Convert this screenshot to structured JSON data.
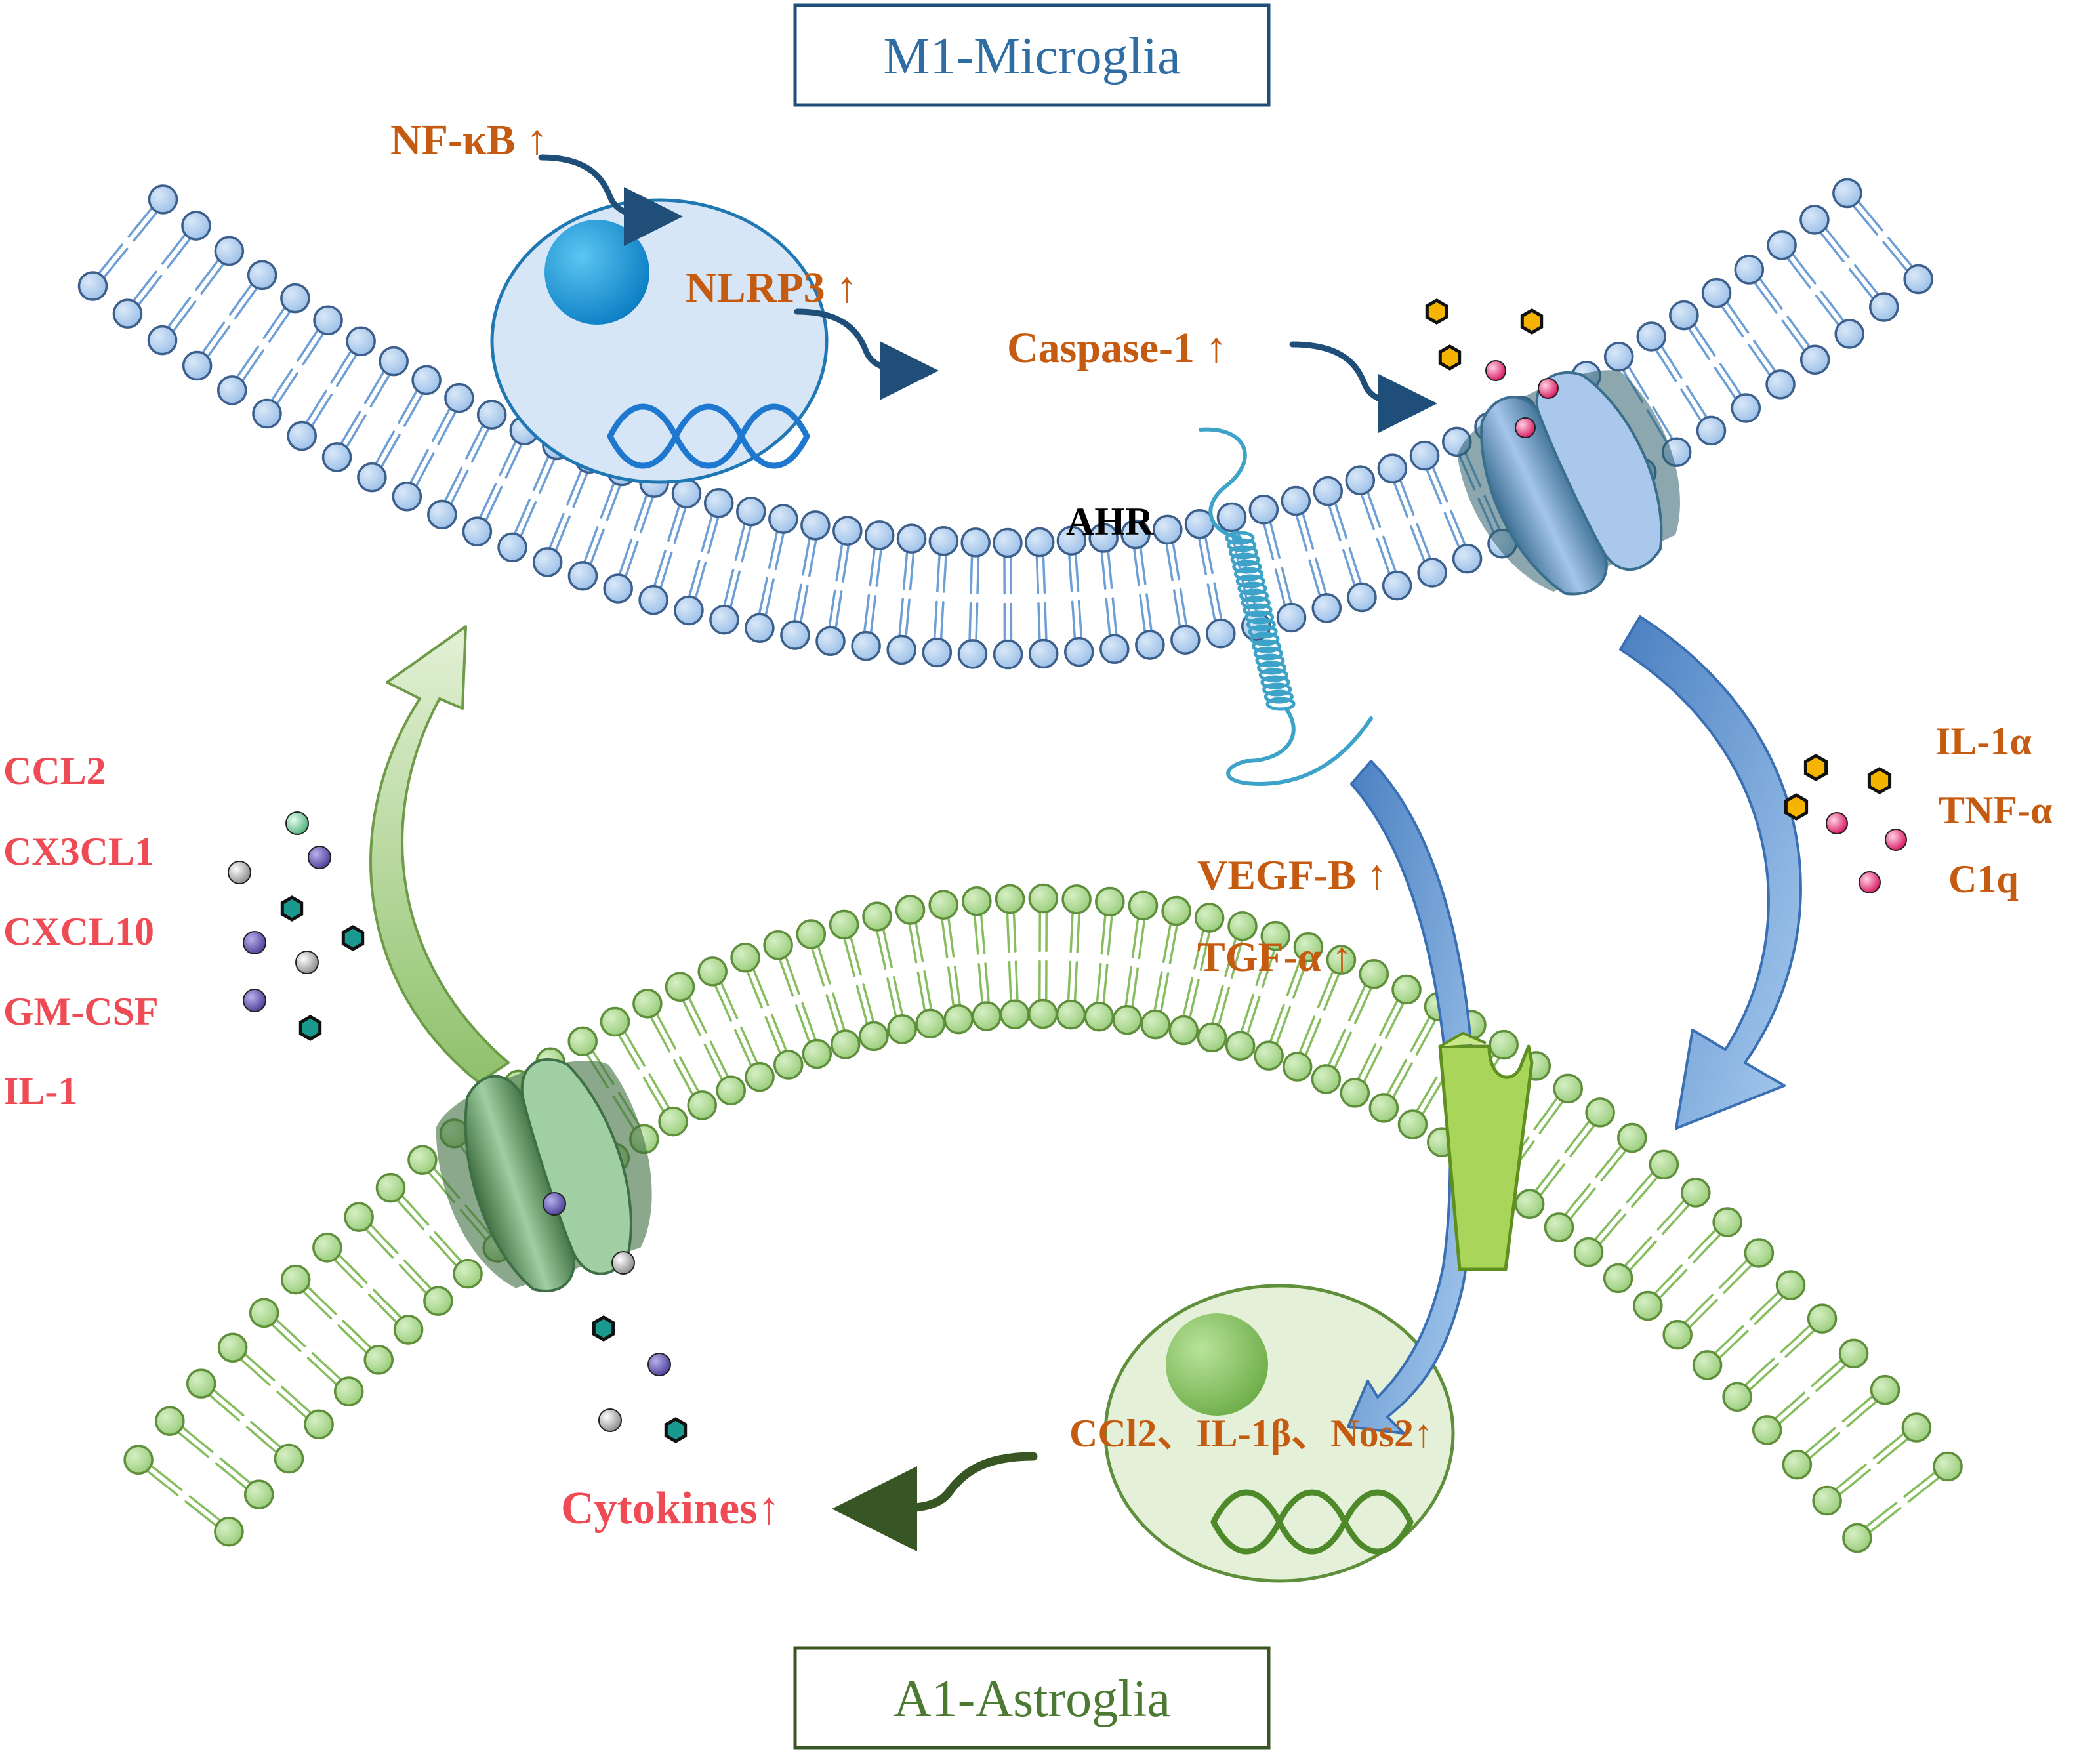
{
  "titles": {
    "top": "M1-Microglia",
    "bottom": "A1-Astroglia"
  },
  "microglia": {
    "pathway": [
      "NF-κB ↑",
      "NLRP3 ↑",
      "Caspase-1 ↑"
    ],
    "receptor": "AHR",
    "secreted": [
      "IL-1α",
      "TNF-α",
      "C1q"
    ]
  },
  "astroglia": {
    "secreted": [
      "CCL2",
      "CX3CL1",
      "CXCL10",
      "GM-CSF",
      "IL-1"
    ],
    "signals": [
      "VEGF-B ↑",
      "TGF-α ↑"
    ],
    "genes": "CCl2、IL-1β、Nos2↑",
    "output": "Cytokines↑"
  },
  "colors": {
    "microglia_head": "#a9c8ec",
    "microglia_outline": "#3d5f8c",
    "microglia_tail": "#6d9fd6",
    "microglia_title": "#2e6da4",
    "astroglia_head": "#a6d38a",
    "astroglia_outline": "#5f8f3b",
    "astroglia_tail": "#86bd5e",
    "astroglia_title": "#4c7a33",
    "pathway_text": "#c55a11",
    "astro_text": "#ee4b55",
    "arrow_dark": "#1f4e79",
    "arrow_green": "#375623",
    "yellow_hex": "#f6b400",
    "pink_ball": "#e32d79",
    "teal_hex": "#1a9a8f",
    "purple_ball": "#5b4fa8",
    "grey_ball": "#9a9a9a",
    "green_ball": "#7fcf9c"
  }
}
